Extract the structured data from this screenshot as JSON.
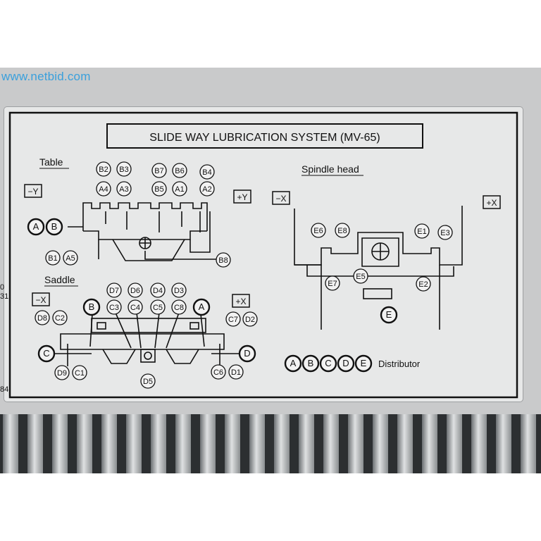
{
  "watermark": "www.netbid.com",
  "plate": {
    "title": "SLIDE WAY LUBRICATION SYSTEM (MV-65)",
    "sections": {
      "table": "Table",
      "saddle": "Saddle",
      "spindle_head": "Spindle head"
    },
    "axis_labels": {
      "minus_y": "−Y",
      "plus_y": "+Y",
      "minus_x": "−X",
      "plus_x": "+X"
    },
    "side_marks": [
      "0",
      "31",
      "84"
    ],
    "table_points": {
      "top_row": [
        "B2",
        "B3",
        "B7",
        "B6",
        "B4"
      ],
      "second_row": [
        "A4",
        "A3",
        "B5",
        "A1",
        "A2"
      ],
      "bottom_left": [
        "B1",
        "A5"
      ],
      "bottom_right": "B8"
    },
    "saddle_points": {
      "top_row": [
        "D7",
        "D6",
        "D4",
        "D3"
      ],
      "second_row": [
        "C3",
        "C4",
        "C5",
        "C8"
      ],
      "left_top": [
        "D8",
        "C2"
      ],
      "right_top": [
        "C7",
        "D2"
      ],
      "bottom_left": [
        "D9",
        "C1"
      ],
      "bottom_right": [
        "C6",
        "D1"
      ],
      "bottom_center": "D5"
    },
    "spindle_points": [
      "E6",
      "E8",
      "E1",
      "E3",
      "E7",
      "E5",
      "E2"
    ],
    "distributors": [
      "A",
      "B",
      "C",
      "D",
      "E"
    ],
    "distributor_label": "Distributor"
  },
  "colors": {
    "plate": "#e7e8e8",
    "ink": "#111111",
    "watermark": "#3aa0dc",
    "housing": "#c9cacb"
  }
}
